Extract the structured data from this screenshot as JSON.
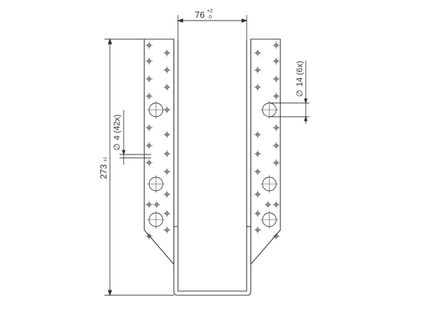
{
  "drawing": {
    "width_dim": {
      "value": "76",
      "tol_upper": "+2",
      "tol_lower": "0"
    },
    "height_dim": {
      "value": "273",
      "tol": "±1"
    },
    "small_hole_callout": {
      "symbol": "∅",
      "value": "4 (42x)"
    },
    "large_hole_callout": {
      "symbol": "∅",
      "value": "14 (6x)"
    }
  },
  "colors": {
    "line": "#333333",
    "hatch": "#555555",
    "background": "#ffffff"
  }
}
